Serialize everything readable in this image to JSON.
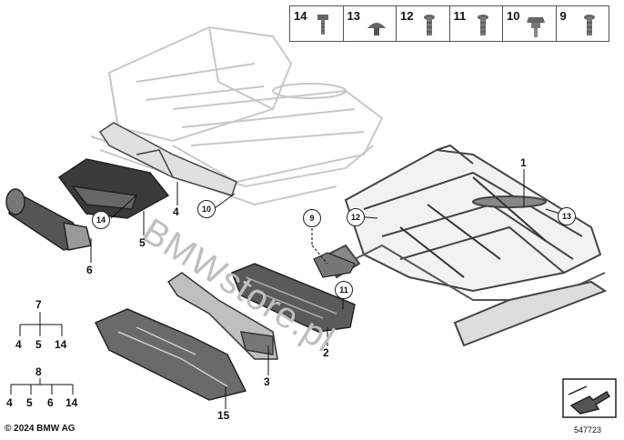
{
  "hardware_strip": [
    {
      "num": "14",
      "icon": "hex-bolt-icon"
    },
    {
      "num": "13",
      "icon": "plastic-clip-icon"
    },
    {
      "num": "12",
      "icon": "torx-screw-icon"
    },
    {
      "num": "11",
      "icon": "torx-screw-icon"
    },
    {
      "num": "10",
      "icon": "collar-nut-icon"
    },
    {
      "num": "9",
      "icon": "torx-screw-icon"
    }
  ],
  "part_labels": {
    "p1": "1",
    "p2": "2",
    "p3": "3",
    "p4": "4",
    "p5": "5",
    "p6": "6",
    "p15": "15"
  },
  "callouts": {
    "c14": "14",
    "c10": "10",
    "c9": "9",
    "c12": "12",
    "c13": "13",
    "c11": "11"
  },
  "tree7": {
    "root": "7",
    "children": [
      "4",
      "5",
      "14"
    ]
  },
  "tree8": {
    "root": "8",
    "children": [
      "4",
      "5",
      "6",
      "14"
    ]
  },
  "watermark": "BMWstore.pl",
  "copyright": "© 2024 BMW AG",
  "diagram_id": "547723",
  "colors": {
    "line": "#222222",
    "faded": "#c8c8c8",
    "part": "#555555",
    "dark": "#333333"
  }
}
